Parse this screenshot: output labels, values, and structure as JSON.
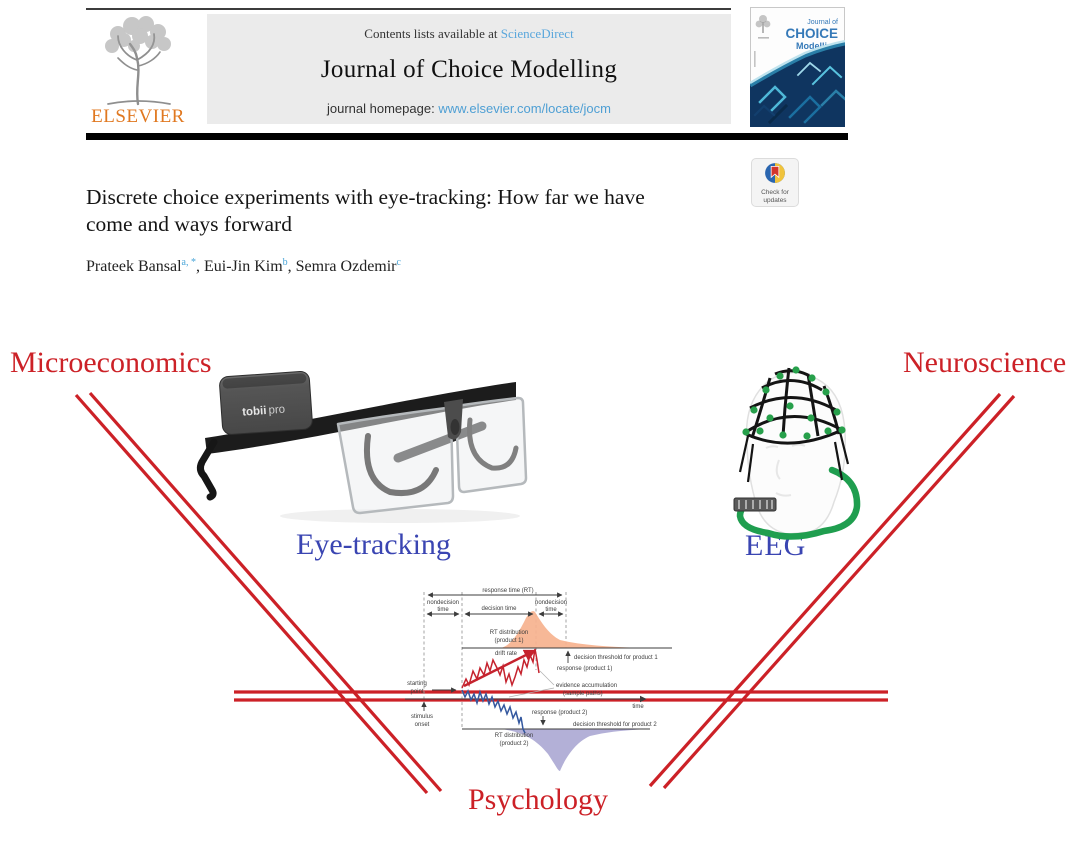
{
  "header": {
    "contents_prefix": "Contents lists available at ",
    "sciencedirect": "ScienceDirect",
    "journal_title": "Journal of Choice Modelling",
    "homepage_prefix": "journal homepage: ",
    "homepage_url": "www.elsevier.com/locate/jocm",
    "elsevier_wordmark": "ELSEVIER",
    "cover": {
      "line1": "Journal of",
      "line2": "CHOICE",
      "line3": "Modelling"
    }
  },
  "article": {
    "title_line1": "Discrete choice experiments with eye-tracking: How far we have",
    "title_line2": "come and ways forward",
    "authors": [
      {
        "name": "Prateek Bansal",
        "sup": "a, *",
        "sep": ", "
      },
      {
        "name": "Eui-Jin Kim",
        "sup": "b",
        "sep": ", "
      },
      {
        "name": "Semra Ozdemir",
        "sup": "c",
        "sep": ""
      }
    ],
    "check_line1": "Check for",
    "check_line2": "updates"
  },
  "diagram": {
    "corner_top_left": "Microeconomics",
    "corner_top_right": "Neuroscience",
    "corner_bottom": "Psychology",
    "item_left": "Eye-tracking",
    "item_right": "EEG",
    "glasses_brand_bold": "tobii",
    "glasses_brand_light": "pro",
    "ddm": {
      "response_time": "response time (RT)",
      "nondecision_l1": "nondecision",
      "nondecision_l2": "time",
      "decision_time": "decision time",
      "nondecision_r1": "nondecision",
      "nondecision_r2": "time",
      "rt_dist1_a": "RT distribution",
      "rt_dist1_b": "(product 1)",
      "threshold1": "decision threshold for product 1",
      "drift_rate": "drift rate",
      "response1": "response (product 1)",
      "evidence_a": "evidence accumulation",
      "evidence_b": "(sample paths)",
      "starting_a": "starting",
      "starting_b": "point",
      "stimulus_a": "stimulus",
      "stimulus_b": "onset",
      "time_axis": "time",
      "response2": "response (product 2)",
      "threshold2": "decision threshold for product 2",
      "rt_dist2_a": "RT distribution",
      "rt_dist2_b": "(product 2)"
    }
  },
  "colors": {
    "triangle_red": "#cc2127",
    "label_blue": "#3a45b2",
    "link_blue": "#5aa7dc",
    "elsevier_orange": "#e07820",
    "rt_dist1_orange": "#f6b28e",
    "rt_dist2_purple": "#a9a5d2"
  }
}
